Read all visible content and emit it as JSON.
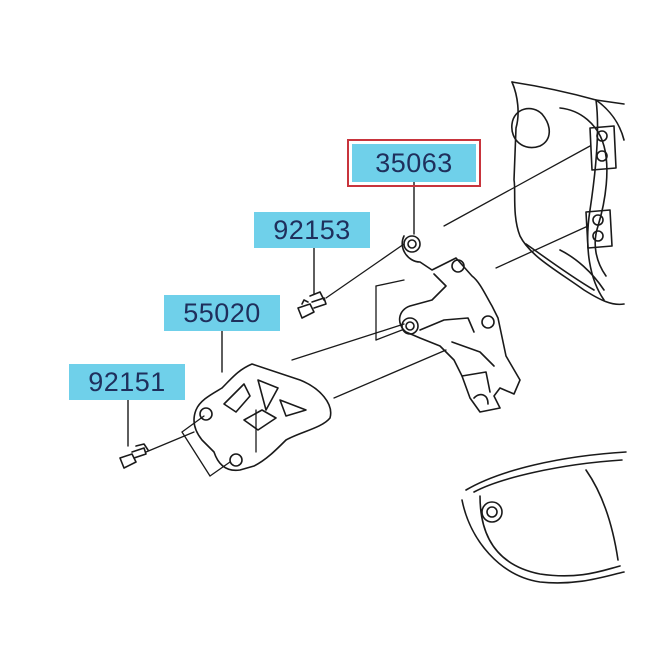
{
  "colors": {
    "label_bg": "#6fd0ea",
    "selected_outline": "#c8343c",
    "line": "#1a1a1a",
    "label_text": "#1f2f5c"
  },
  "parts": [
    {
      "number": "35063",
      "name_icon": "bracket-icon",
      "selected": true
    },
    {
      "number": "92153",
      "name_icon": "bolt-icon",
      "selected": false
    },
    {
      "number": "55020",
      "name_icon": "guard-plate-icon",
      "selected": false
    },
    {
      "number": "92151",
      "name_icon": "bolt-icon",
      "selected": false
    }
  ]
}
